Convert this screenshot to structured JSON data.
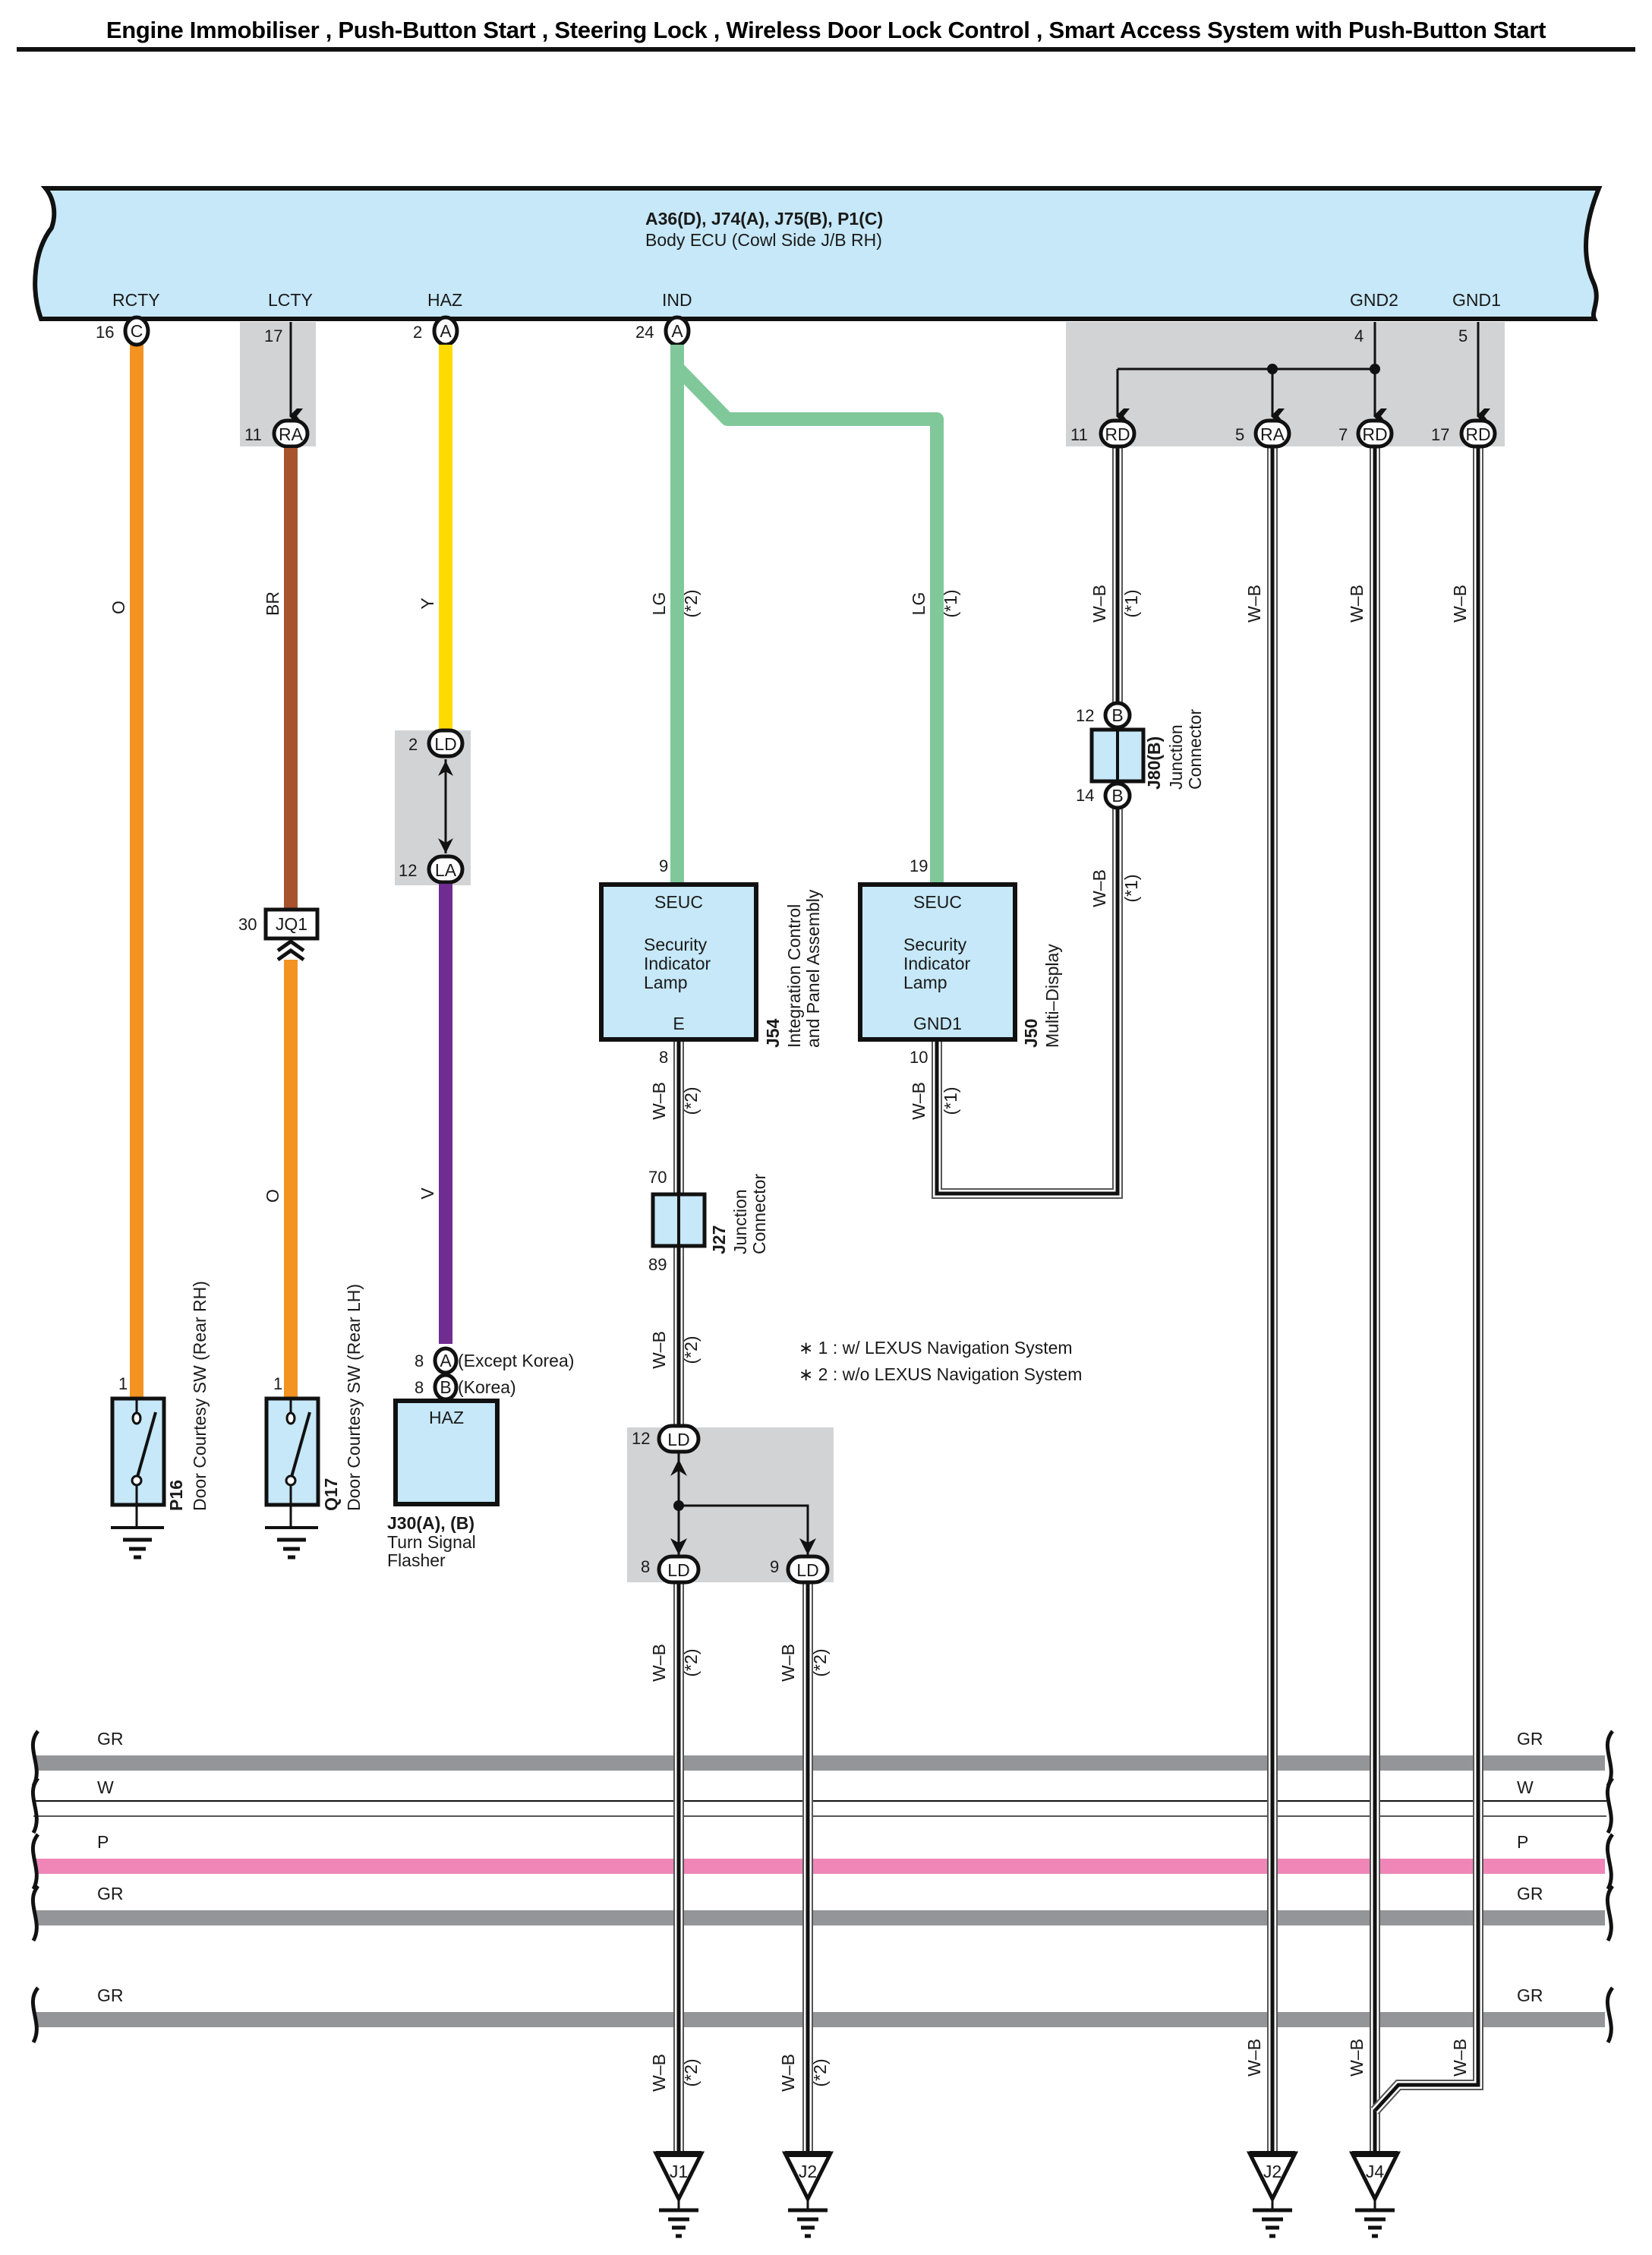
{
  "title": "Engine Immobiliser , Push-Button Start , Steering Lock , Wireless Door Lock Control , Smart Access System with Push-Button Start",
  "colors": {
    "ecu_fill": "#c6e8f8",
    "junction_block": "#d2d3d5",
    "wire_O": "#f39321",
    "wire_BR": "#a6532e",
    "wire_Y": "#fddb00",
    "wire_V": "#6f2c91",
    "wire_LG": "#80c89a",
    "wire_GR": "#939598",
    "wire_P": "#ef86b7",
    "wire_WB_outer": "#ffffff",
    "wire_WB_inner": "#111111"
  },
  "ecu": {
    "connectors": "A36(D), J74(A), J75(B), P1(C)",
    "name": "Body ECU (Cowl Side J/B RH)",
    "terminals": [
      {
        "name": "RCTY",
        "pin": "16",
        "conn": "C"
      },
      {
        "name": "LCTY",
        "pin": "17",
        "conn": ""
      },
      {
        "name": "HAZ",
        "pin": "2",
        "conn": "A"
      },
      {
        "name": "IND",
        "pin": "24",
        "conn": "A"
      },
      {
        "name": "GND2",
        "pin": "4",
        "conn": ""
      },
      {
        "name": "GND1",
        "pin": "5",
        "conn": ""
      }
    ]
  },
  "jb_connectors": {
    "lcty_out": {
      "pin": "11",
      "conn": "RA"
    },
    "gnd": [
      {
        "pin": "11",
        "conn": "RD"
      },
      {
        "pin": "5",
        "conn": "RA"
      },
      {
        "pin": "7",
        "conn": "RD"
      },
      {
        "pin": "17",
        "conn": "RD"
      }
    ],
    "haz_top": {
      "pin": "2",
      "conn": "LD"
    },
    "haz_bottom": {
      "pin": "12",
      "conn": "LA"
    },
    "ld_top": {
      "pin": "12",
      "conn": "LD"
    },
    "ld_left": {
      "pin": "8",
      "conn": "LD"
    },
    "ld_right": {
      "pin": "9",
      "conn": "LD"
    }
  },
  "wires": {
    "rcty": "O",
    "lcty_upper": "BR",
    "lcty_lower": "O",
    "haz_upper": "Y",
    "haz_lower": "V",
    "ind_left": "LG",
    "ind_left_note": "(*2)",
    "ind_right": "LG",
    "ind_right_note": "(*1)",
    "wb": "W–B",
    "note1": "(*1)",
    "note2": "(*2)"
  },
  "inline_connector": {
    "pin": "30",
    "name": "JQ1"
  },
  "components": {
    "p16": {
      "id": "P16",
      "name": "Door Courtesy SW (Rear RH)",
      "pin": "1"
    },
    "q17": {
      "id": "Q17",
      "name": "Door Courtesy SW (Rear LH)",
      "pin": "1"
    },
    "j30": {
      "id": "J30(A), (B)",
      "name_line1": "Turn Signal",
      "name_line2": "Flasher",
      "terminal": "HAZ",
      "pin_a": "8",
      "conn_a": "A",
      "note_a": "(Except Korea)",
      "pin_b": "8",
      "conn_b": "B",
      "note_b": "(Korea)"
    },
    "j54": {
      "id": "J54",
      "name_line1": "Integration Control",
      "name_line2": "and Panel Assembly",
      "terminal_top": "SEUC",
      "label1": "Security",
      "label2": "Indicator",
      "label3": "Lamp",
      "terminal_bottom": "E",
      "pin_top": "9",
      "pin_bottom": "8"
    },
    "j50": {
      "id": "J50",
      "name": "Multi–Display",
      "terminal_top": "SEUC",
      "label1": "Security",
      "label2": "Indicator",
      "label3": "Lamp",
      "terminal_bottom": "GND1",
      "pin_top": "19",
      "pin_bottom": "10"
    },
    "j80": {
      "id": "J80(B)",
      "name_line1": "Junction",
      "name_line2": "Connector",
      "pin_top": "12",
      "pin_bottom": "14",
      "conn": "B"
    },
    "j27": {
      "id": "J27",
      "name_line1": "Junction",
      "name_line2": "Connector",
      "pin_top": "70",
      "pin_bottom": "89"
    }
  },
  "notes": [
    "∗ 1 : w/ LEXUS Navigation System",
    "∗ 2 : w/o LEXUS Navigation System"
  ],
  "bus_wires": [
    "GR",
    "W",
    "P",
    "GR",
    "GR"
  ],
  "grounds": [
    "J1",
    "J2",
    "J2",
    "J4"
  ]
}
